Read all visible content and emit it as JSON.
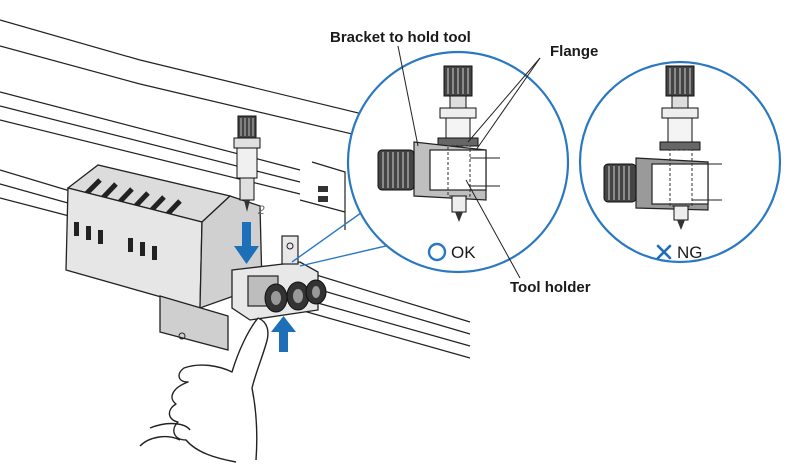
{
  "labels": {
    "bracket": "Bracket to hold tool",
    "flange": "Flange",
    "tool_holder": "Tool holder",
    "ok": "OK",
    "ng": "NG",
    "step": "2"
  },
  "symbols": {
    "ok_mark": "circle",
    "ng_mark": "cross"
  },
  "colors": {
    "accent_blue": "#2a78c2",
    "arrow_blue": "#1d6fb8",
    "dark_gray": "#555555",
    "line": "#222222"
  }
}
